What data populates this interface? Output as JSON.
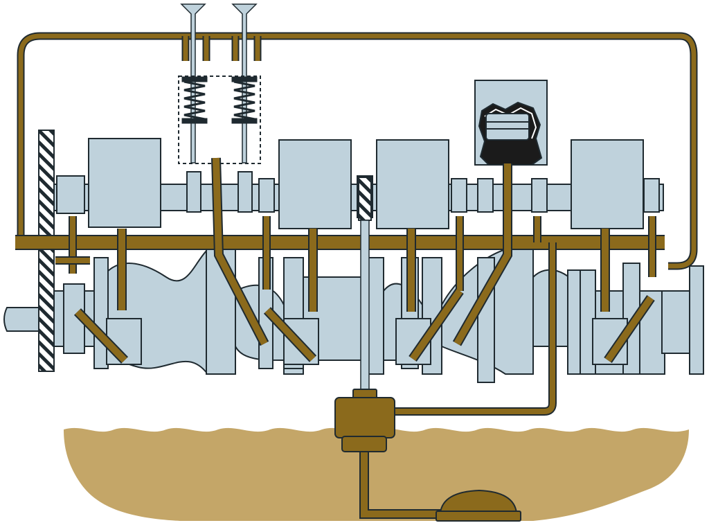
{
  "diagram": {
    "kind": "engine-lubrication-system",
    "labels": [],
    "colors": {
      "background": "#ffffff",
      "oil_line": "#8b6a1c",
      "oil_line_dark": "#5a4410",
      "sump_oil": "#c4a668",
      "metal": "#bfd2dc",
      "outline": "#1f2a30",
      "cutaway": "#1b1b1b",
      "hatch": "#1f2a30"
    },
    "components": [
      "oil-pan",
      "oil-pickup-strainer",
      "oil-pump",
      "pump-drive-shaft",
      "main-oil-gallery",
      "upper-return-line",
      "crankshaft",
      "camshaft",
      "pistons",
      "connecting-rods",
      "valves",
      "valve-springs",
      "timing-gear",
      "cutaway-piston"
    ]
  }
}
